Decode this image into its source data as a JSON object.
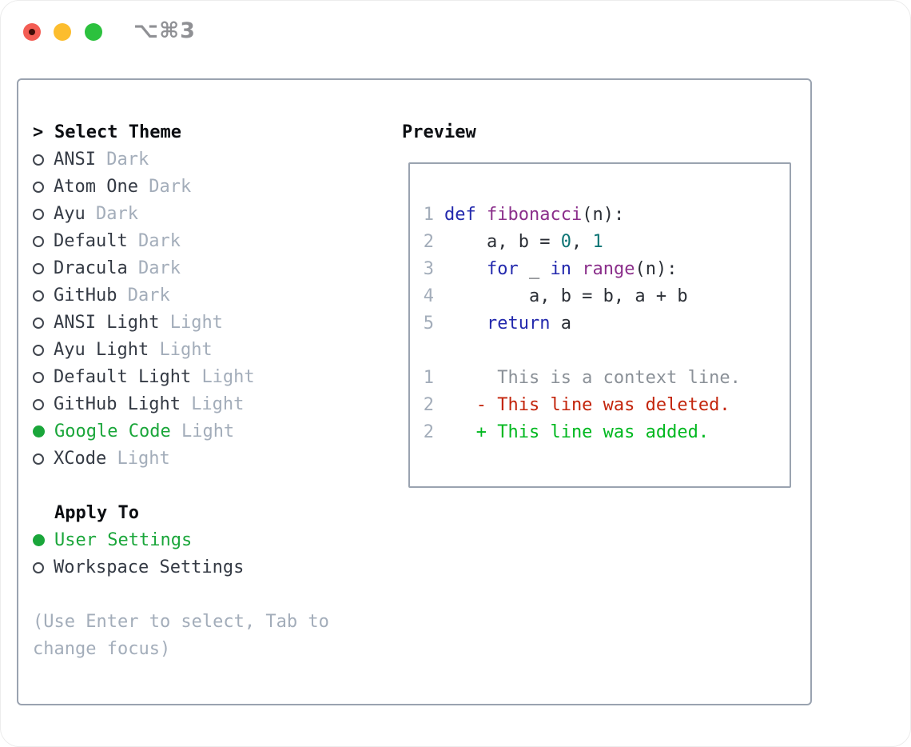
{
  "window": {
    "title": "⌥⌘3",
    "buttons": [
      {
        "name": "close",
        "color": "#f35d54"
      },
      {
        "name": "minimize",
        "color": "#fcbd2e"
      },
      {
        "name": "zoom",
        "color": "#2cc13e"
      }
    ]
  },
  "theme_list": {
    "header_prefix": ">",
    "header": "Select Theme",
    "items": [
      {
        "name": "ANSI",
        "variant": "Dark",
        "selected": false
      },
      {
        "name": "Atom One",
        "variant": "Dark",
        "selected": false
      },
      {
        "name": "Ayu",
        "variant": "Dark",
        "selected": false
      },
      {
        "name": "Default",
        "variant": "Dark",
        "selected": false
      },
      {
        "name": "Dracula",
        "variant": "Dark",
        "selected": false
      },
      {
        "name": "GitHub",
        "variant": "Dark",
        "selected": false
      },
      {
        "name": "ANSI Light",
        "variant": "Light",
        "selected": false
      },
      {
        "name": "Ayu Light",
        "variant": "Light",
        "selected": false
      },
      {
        "name": "Default Light",
        "variant": "Light",
        "selected": false
      },
      {
        "name": "GitHub Light",
        "variant": "Light",
        "selected": false
      },
      {
        "name": "Google Code",
        "variant": "Light",
        "selected": true
      },
      {
        "name": "XCode",
        "variant": "Light",
        "selected": false
      }
    ]
  },
  "apply_to": {
    "header": "Apply To",
    "options": [
      {
        "label": "User Settings",
        "selected": true
      },
      {
        "label": "Workspace Settings",
        "selected": false
      }
    ]
  },
  "help_text": "(Use Enter to select, Tab to change focus)",
  "preview": {
    "header": "Preview",
    "code_lines": [
      {
        "num": "1",
        "tokens": [
          [
            "k",
            "def"
          ],
          [
            "p",
            " "
          ],
          [
            "f",
            "fibonacci"
          ],
          [
            "p",
            "(n):"
          ]
        ]
      },
      {
        "num": "2",
        "tokens": [
          [
            "p",
            "    a, b = "
          ],
          [
            "n",
            "0"
          ],
          [
            "p",
            ", "
          ],
          [
            "n",
            "1"
          ]
        ]
      },
      {
        "num": "3",
        "tokens": [
          [
            "p",
            "    "
          ],
          [
            "k",
            "for"
          ],
          [
            "p",
            " _ "
          ],
          [
            "k",
            "in"
          ],
          [
            "p",
            " "
          ],
          [
            "f",
            "range"
          ],
          [
            "p",
            "(n):"
          ]
        ]
      },
      {
        "num": "4",
        "tokens": [
          [
            "p",
            "        a, b = b, a + b"
          ]
        ]
      },
      {
        "num": "5",
        "tokens": [
          [
            "p",
            "    "
          ],
          [
            "k",
            "return"
          ],
          [
            "p",
            " a"
          ]
        ]
      }
    ],
    "diff_lines": [
      {
        "num": "1",
        "kind": "context",
        "text": "     This is a context line."
      },
      {
        "num": "2",
        "kind": "deleted",
        "text": "   - This line was deleted."
      },
      {
        "num": "2",
        "kind": "added",
        "text": "   + This line was added."
      }
    ]
  },
  "colors": {
    "ink": "#343a44",
    "code-ink": "#2b2f36",
    "muted": "#a3adba",
    "green": "#1aa63a",
    "kw": "#2329ad",
    "fn": "#8b2f8b",
    "num": "#0e7575",
    "ctx": "#8b9198",
    "del": "#c3250c",
    "add": "#00b81f"
  }
}
